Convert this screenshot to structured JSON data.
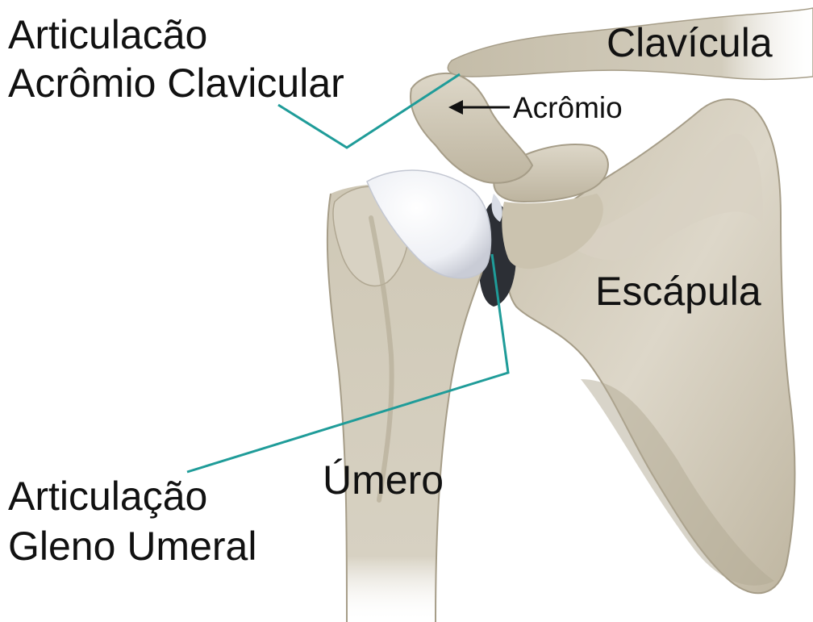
{
  "labels": {
    "ac_joint_line1": "Articulacão",
    "ac_joint_line2": "Acrômio Clavicular",
    "clavicle": "Clavícula",
    "acromion": "Acrômio",
    "scapula": "Escápula",
    "humerus": "Úmero",
    "gh_joint_line1": "Articulação",
    "gh_joint_line2": "Gleno Umeral"
  },
  "colors": {
    "bone": "#cfc8b6",
    "bone_shadow": "#a9a08c",
    "bone_highlight": "#e4dfd2",
    "cartilage": "#f4f6fa",
    "joint_dark": "#2c2f35",
    "leader_line": "#1f9c99",
    "text": "#111111",
    "background": "#ffffff"
  }
}
